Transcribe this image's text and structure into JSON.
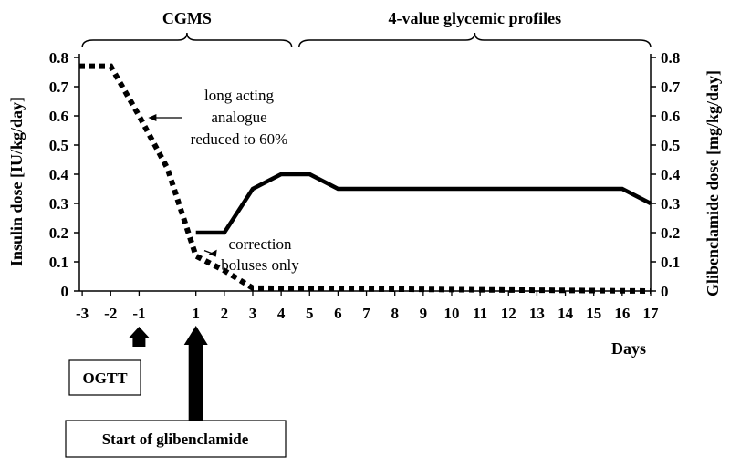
{
  "chart_data": {
    "type": "line",
    "x": [
      -3,
      -2,
      -1,
      1,
      2,
      3,
      4,
      5,
      6,
      7,
      8,
      9,
      10,
      11,
      12,
      13,
      14,
      15,
      16,
      17
    ],
    "xlabel": "Days",
    "ylabel_left": "Insulin dose [IU/kg/day]",
    "ylabel_right": "Glibenclamide dose [mg/kg/day]",
    "ylim": [
      0,
      0.8
    ],
    "yticks": [
      "0",
      "0.1",
      "0.2",
      "0.3",
      "0.4",
      "0.5",
      "0.6",
      "0.7",
      "0.8"
    ],
    "grid": false,
    "series": [
      {
        "style": "dotted",
        "axis": "left",
        "points": [
          [
            -3.1,
            0.77
          ],
          [
            -2,
            0.77
          ],
          [
            -1,
            0.6
          ],
          [
            0,
            0.42
          ],
          [
            1,
            0.12
          ],
          [
            2,
            0.07
          ],
          [
            3,
            0.01
          ],
          [
            17,
            0.0
          ]
        ]
      },
      {
        "style": "solid",
        "axis": "right",
        "points": [
          [
            1,
            0.2
          ],
          [
            2,
            0.2
          ],
          [
            3,
            0.35
          ],
          [
            4,
            0.4
          ],
          [
            5,
            0.4
          ],
          [
            6,
            0.35
          ],
          [
            16,
            0.35
          ],
          [
            17,
            0.3
          ]
        ]
      }
    ],
    "brackets": [
      {
        "label": "CGMS",
        "from": -3,
        "to": 4.5
      },
      {
        "label": "4-value glycemic profiles",
        "from": 4.5,
        "to": 17
      }
    ],
    "annotations": [
      {
        "lines": [
          "long acting",
          "analogue",
          "reduced to 60%"
        ],
        "at_x": -1,
        "at_y": 0.6
      },
      {
        "lines": [
          "correction",
          "boluses only"
        ],
        "at_x": 1,
        "at_y": 0.12
      }
    ],
    "events": [
      {
        "label": "OGTT",
        "day": -1
      },
      {
        "label": "Start of glibenclamide",
        "day": 1
      }
    ]
  }
}
